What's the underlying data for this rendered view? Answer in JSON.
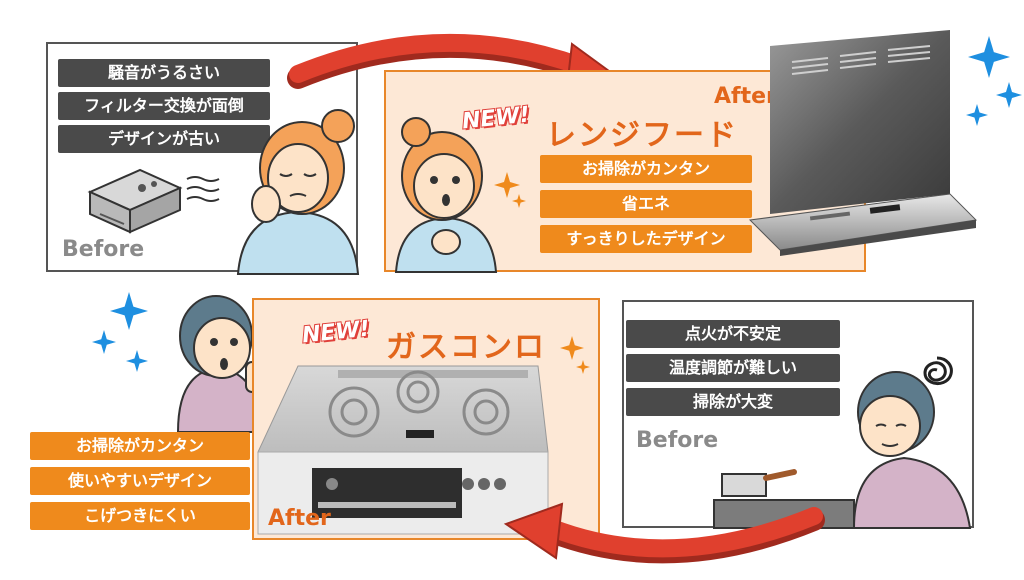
{
  "top": {
    "before": {
      "problems": [
        "騒音がうるさい",
        "フィルター交換が面倒",
        "デザインが古い"
      ],
      "label": "Before"
    },
    "after": {
      "label": "After",
      "badge": "NEW!",
      "title": "レンジフード",
      "benefits": [
        "お掃除がカンタン",
        "省エネ",
        "すっきりしたデザイン"
      ]
    }
  },
  "bottom": {
    "before": {
      "problems": [
        "点火が不安定",
        "温度調節が難しい",
        "掃除が大変"
      ],
      "label": "Before"
    },
    "after": {
      "label": "After",
      "badge": "NEW!",
      "title": "ガスコンロ",
      "benefits": [
        "お掃除がカンタン",
        "使いやすいデザイン",
        "こげつきにくい"
      ]
    }
  },
  "colors": {
    "accent_orange": "#ef8a1c",
    "arrow_red": "#e0402e",
    "sparkle_blue": "#1e8fe0",
    "tag_gray": "#4a4a4a"
  },
  "icons": [
    "range-hood-icon",
    "gas-stove-icon",
    "old-hood-icon",
    "sparkle-icon",
    "arrow-icon"
  ]
}
